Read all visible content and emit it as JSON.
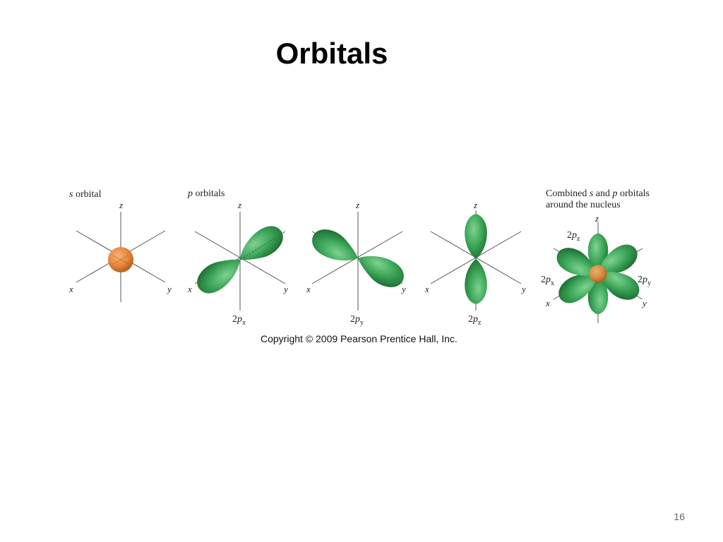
{
  "slide": {
    "title": "Orbitals",
    "page_number": "16",
    "copyright": "Copyright © 2009 Pearson Prentice Hall, Inc."
  },
  "figure": {
    "s_label": {
      "prefix": "s",
      "suffix": " orbital"
    },
    "p_label": {
      "prefix": "p",
      "suffix": " orbitals"
    },
    "combined_label": {
      "line1_a": "Combined ",
      "line1_s": "s",
      "line1_b": " and ",
      "line1_p": "p",
      "line1_c": " orbitals",
      "line2": "around the nucleus"
    },
    "axis": {
      "x": "x",
      "y": "y",
      "z": "z"
    },
    "orbitals": {
      "px": {
        "num": "2",
        "p": "p",
        "sub": "x"
      },
      "py": {
        "num": "2",
        "p": "p",
        "sub": "y"
      },
      "pz": {
        "num": "2",
        "p": "p",
        "sub": "z"
      }
    },
    "colors": {
      "s_orbital": "#e8873a",
      "p_orbital": "#3aa457",
      "p_orbital_dark": "#1f6e33",
      "axis": "#555555"
    }
  }
}
